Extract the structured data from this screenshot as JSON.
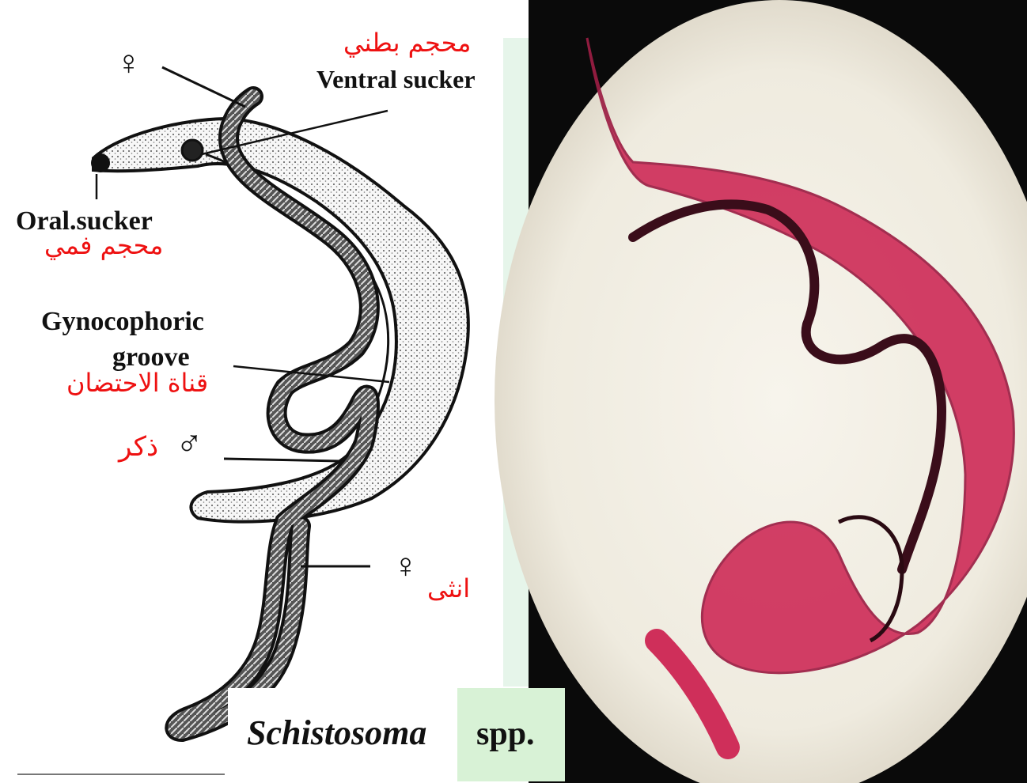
{
  "diagram": {
    "labels": {
      "ventral_sucker_en": "Ventral sucker",
      "ventral_sucker_ar": "محجم بطني",
      "oral_sucker_en": "Oral.sucker",
      "oral_sucker_ar": "محجم فمي",
      "gyno_line1": "Gynocophoric",
      "gyno_line2": "groove",
      "gyno_ar": "قناة الاحتضان",
      "male_ar": "ذكر",
      "female_ar": "انثى",
      "female_symbol": "♀",
      "male_symbol": "♂"
    },
    "caption": {
      "genus": "Schistosoma",
      "suffix": "spp."
    },
    "colors": {
      "arabic_label": "#ee1111",
      "stain": "#cf2f5a",
      "field": "#f3efe4"
    }
  }
}
